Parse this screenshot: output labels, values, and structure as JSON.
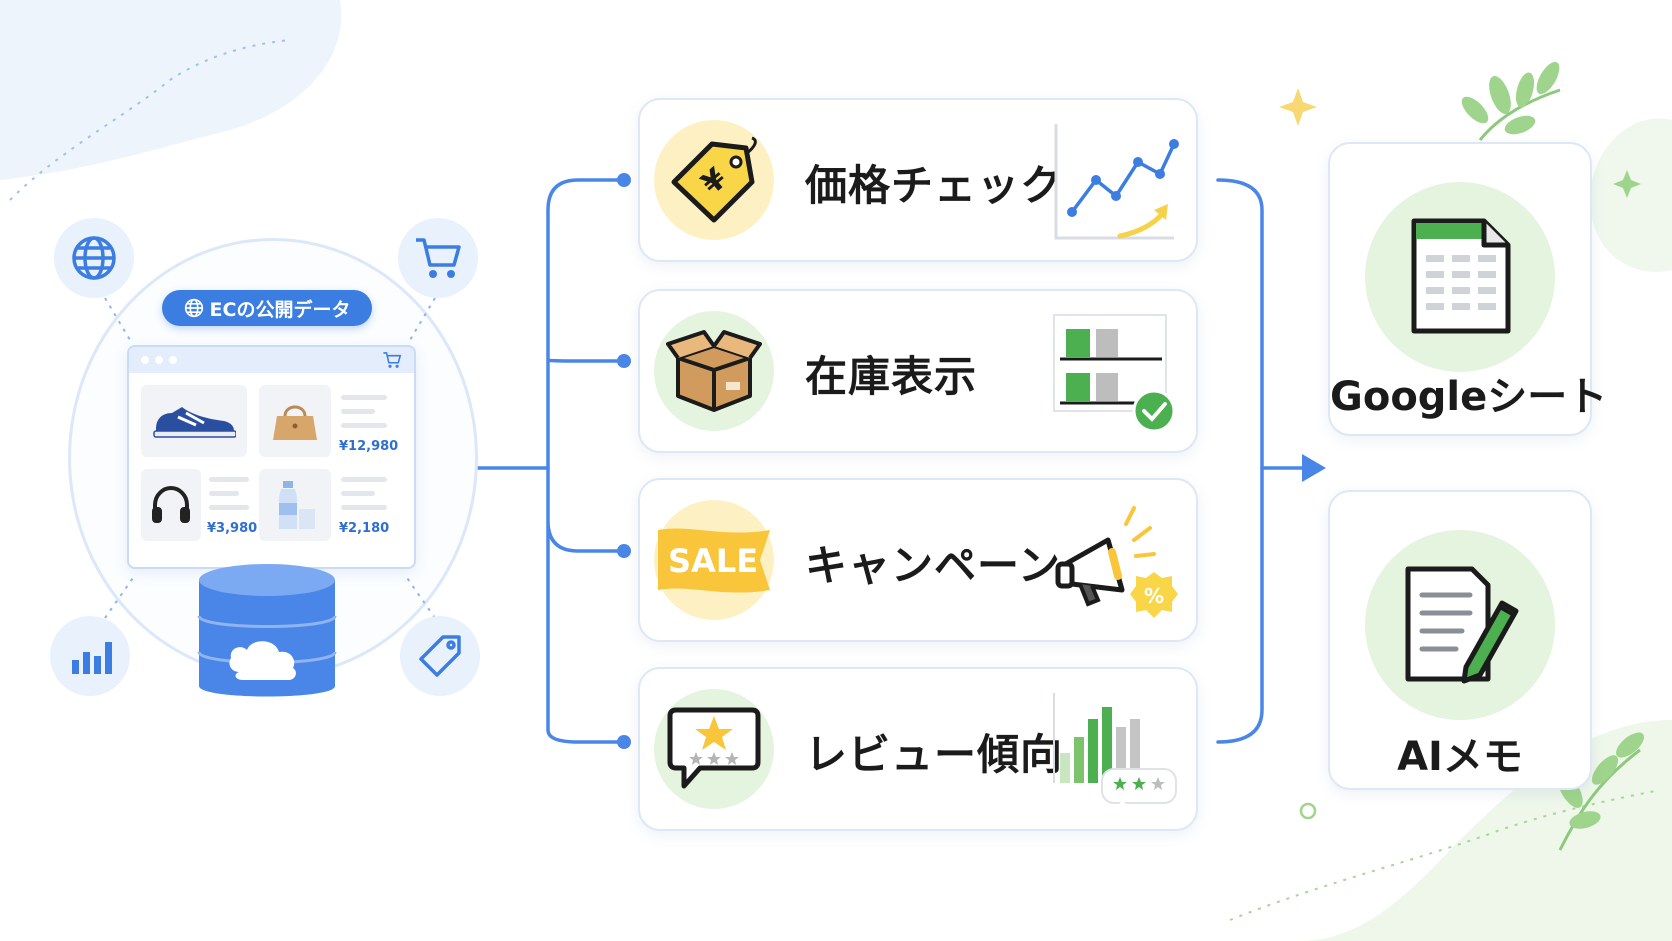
{
  "source": {
    "label": "ECの公開データ",
    "prices": [
      "¥12,980",
      "¥3,980",
      "¥2,180"
    ],
    "icons": [
      "globe-icon",
      "cart-icon",
      "bar-chart-icon",
      "tag-icon",
      "database-cloud-icon"
    ]
  },
  "categories": [
    {
      "label": "価格チェック",
      "icon": "yen-tag-icon",
      "side_icon": "trend-line-icon"
    },
    {
      "label": "在庫表示",
      "icon": "box-icon",
      "side_icon": "inventory-check-icon"
    },
    {
      "label": "キャンペーン",
      "icon": "sale-banner-icon",
      "side_icon": "megaphone-icon"
    },
    {
      "label": "レビュー傾向",
      "icon": "review-star-icon",
      "side_icon": "rating-bars-icon"
    }
  ],
  "sale_text": "SALE",
  "percent_text": "%",
  "destinations": [
    {
      "label": "Googleシート",
      "icon": "spreadsheet-icon"
    },
    {
      "label": "AIメモ",
      "icon": "memo-pencil-icon"
    }
  ],
  "colors": {
    "accent_blue": "#3b7de0",
    "connector_blue": "#4a86e8",
    "green": "#4caf50",
    "yellow": "#f9d648"
  }
}
